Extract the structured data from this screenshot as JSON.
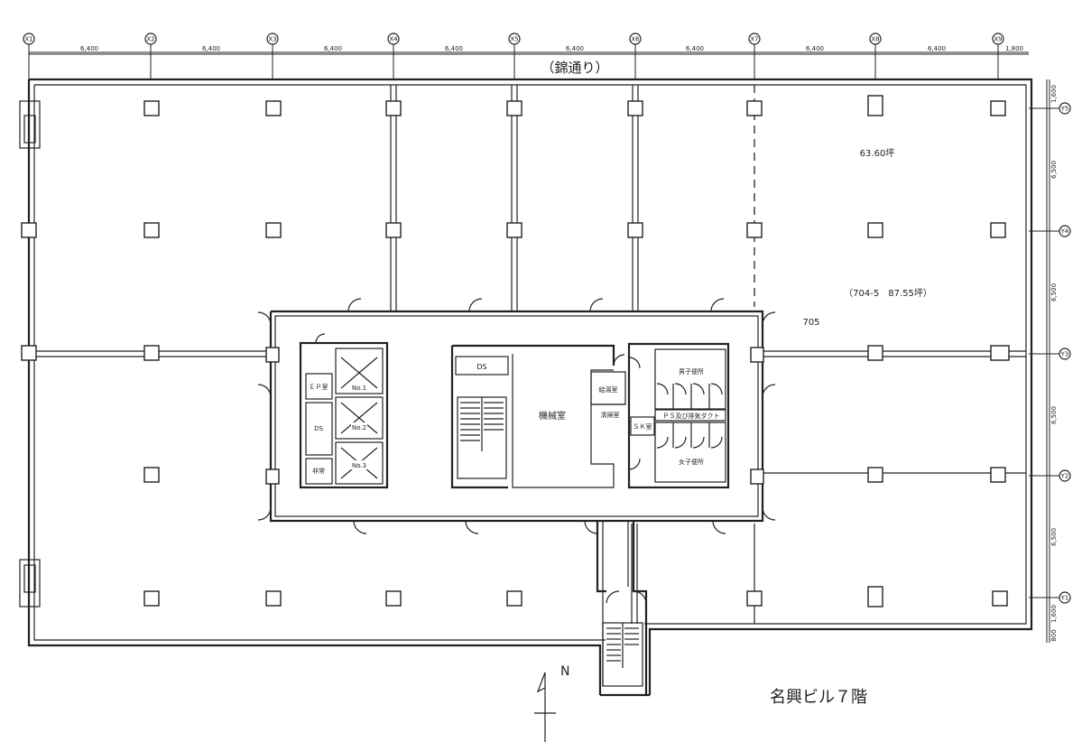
{
  "street_label": "（錦通り）",
  "floor_title": "名興ビル７階",
  "north_label": "N",
  "grid_x_labels": [
    "X1",
    "X2",
    "X3",
    "X4",
    "X5",
    "X6",
    "X7",
    "X8",
    "X9"
  ],
  "grid_y_labels": [
    "Y5",
    "Y4",
    "Y3",
    "Y2",
    "Y1"
  ],
  "x_spans": [
    "6,400",
    "6,400",
    "6,400",
    "6,400",
    "6,400",
    "6,400",
    "6,400",
    "6,400",
    "1,800"
  ],
  "y_spans": [
    "1,600",
    "6,500",
    "6,500",
    "6,500",
    "6,500",
    "1,600",
    "800"
  ],
  "rooms": {
    "ep": "ＥＰ室",
    "ds_left": "DS",
    "emergency": "非常",
    "ev1": "No.1",
    "ev2": "No.2",
    "ev3": "No.3",
    "ds_center": "DS",
    "machine": "機械室",
    "water": "給湯室",
    "cleaning": "清掃室",
    "mens": "男子便所",
    "ps_duct": "ＰＳ及び排気ダクト",
    "sk": "ＳＫ室",
    "womens": "女子便所"
  },
  "area_label_1": "63.60坪",
  "area_label_2": "（704-5　87.55坪）",
  "unit_number": "705"
}
